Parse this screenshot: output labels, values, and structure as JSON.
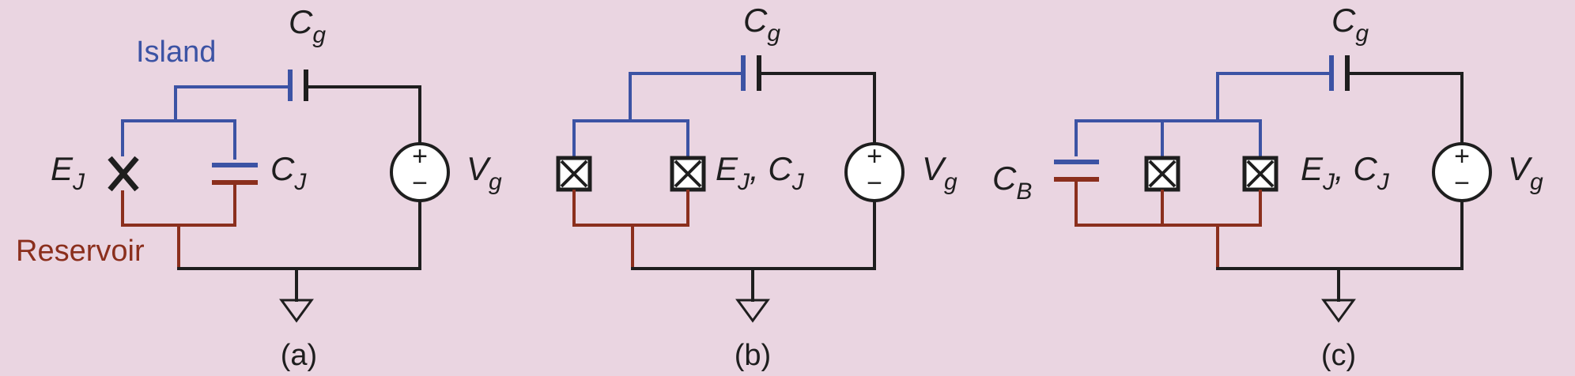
{
  "colors": {
    "background": "#ead5e1",
    "island_wire": "#3c53a4",
    "reservoir_wire": "#8b2f1d",
    "circuit_wire": "#1e1e1e"
  },
  "panels": [
    {
      "caption": "(a)",
      "label_island": "Island",
      "label_reservoir": "Reservoir",
      "cg": {
        "main": "C",
        "sub": "g"
      },
      "ej": {
        "main": "E",
        "sub": "J"
      },
      "cj": {
        "main": "C",
        "sub": "J"
      },
      "vg": {
        "main": "V",
        "sub": "g"
      }
    },
    {
      "caption": "(b)",
      "cg": {
        "main": "C",
        "sub": "g"
      },
      "ejcj": {
        "e": "E",
        "esub": "J",
        "sep": ", ",
        "c": "C",
        "csub": "J"
      },
      "vg": {
        "main": "V",
        "sub": "g"
      }
    },
    {
      "caption": "(c)",
      "cg": {
        "main": "C",
        "sub": "g"
      },
      "cb": {
        "main": "C",
        "sub": "B"
      },
      "ejcj": {
        "e": "E",
        "esub": "J",
        "sep": ", ",
        "c": "C",
        "csub": "J"
      },
      "vg": {
        "main": "V",
        "sub": "g"
      }
    }
  ],
  "source_symbols": {
    "plus": "+",
    "minus": "−"
  }
}
